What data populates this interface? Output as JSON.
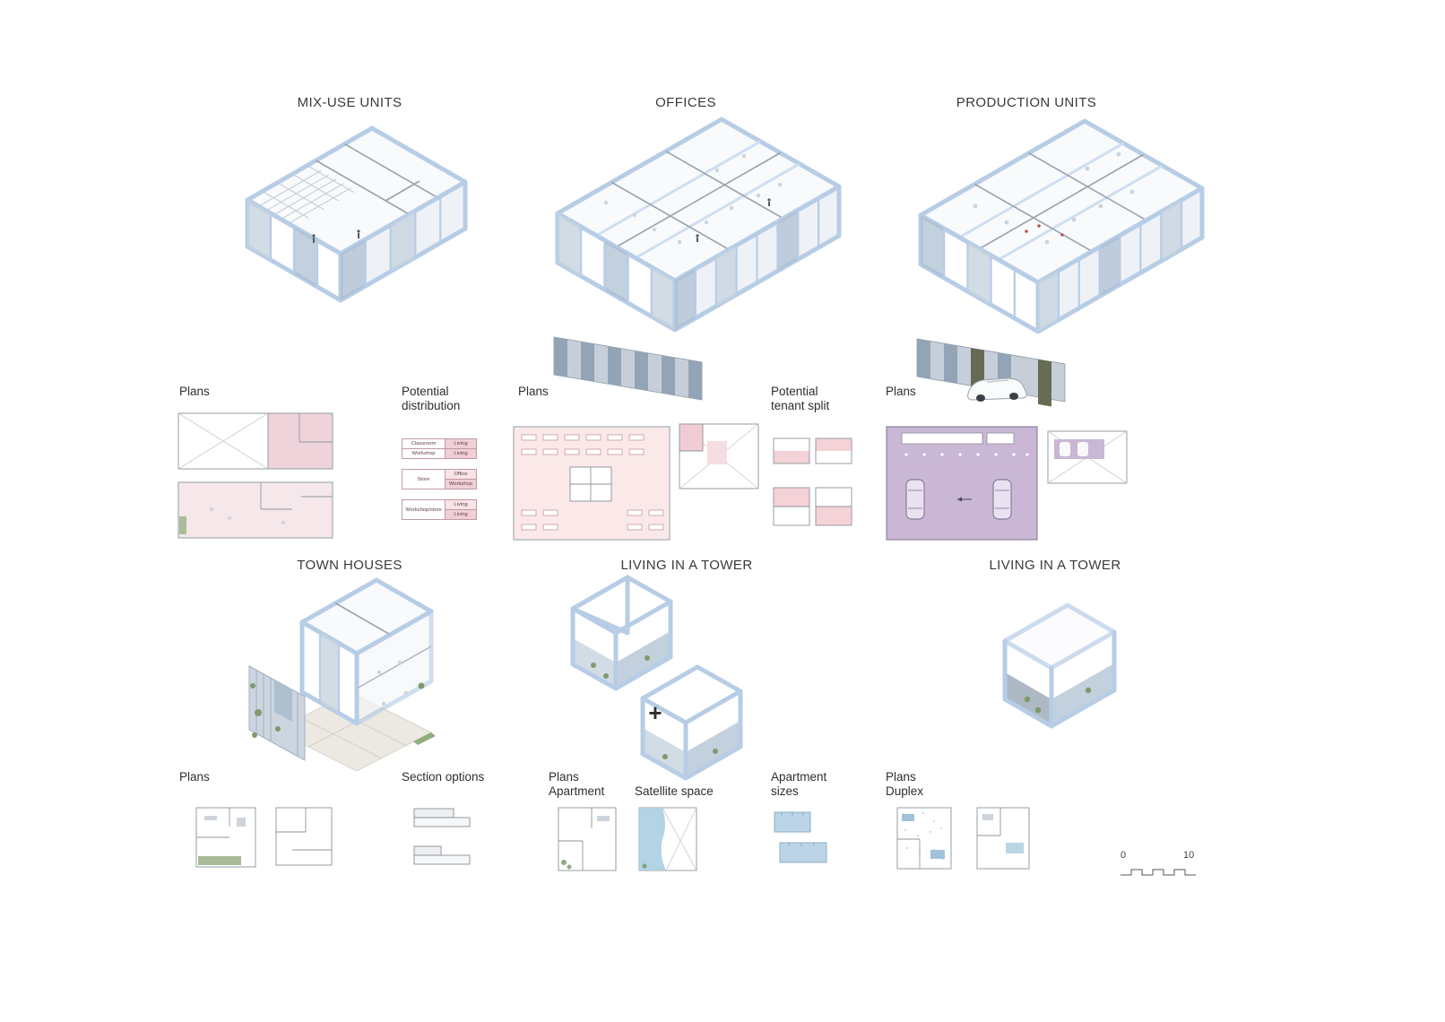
{
  "titles": {
    "mix_use": "MIX-USE UNITS",
    "offices": "OFFICES",
    "production": "PRODUCTION UNITS",
    "town_houses": "TOWN HOUSES",
    "tower_pair": "LIVING IN A TOWER",
    "tower_single": "LIVING IN A TOWER"
  },
  "labels": {
    "mix_use_plans": "Plans",
    "distribution_line1": "Potential",
    "distribution_line2": "distribution",
    "offices_plans": "Plans",
    "tenant_split_line1": "Potential",
    "tenant_split_line2": "tenant split",
    "production_plans": "Plans",
    "town_plans": "Plans",
    "section_options": "Section options",
    "plans_apartment_line1": "Plans",
    "plans_apartment_line2": "Apartment",
    "satellite_space": "Satellite space",
    "apartment_sizes_line1": "Apartment",
    "apartment_sizes_line2": "sizes",
    "plans_duplex_line1": "Plans",
    "plans_duplex_line2": "Duplex",
    "plus": "+"
  },
  "distribution_table": {
    "r1_left": "Classroom",
    "r1_right": "Living",
    "r2_left": "Workshop",
    "r2_right": "Living",
    "r3_left": "Store",
    "r3_right_top": "Office",
    "r3_right_bottom": "Workshop",
    "r4_left": "Workshop/store",
    "r4_right_top": "Living",
    "r4_right_bottom": "Living"
  },
  "scale_bar": {
    "start": "0",
    "end": "10"
  },
  "colors": {
    "frame_blue": "#b7cde6",
    "glass_blue": "#a9bccf",
    "plan_pink": "#eed3da",
    "plan_purple": "#c9b7d5",
    "plan_blue": "#b9d6e6",
    "plan_green": "#9db58b",
    "background": "#ffffff"
  }
}
